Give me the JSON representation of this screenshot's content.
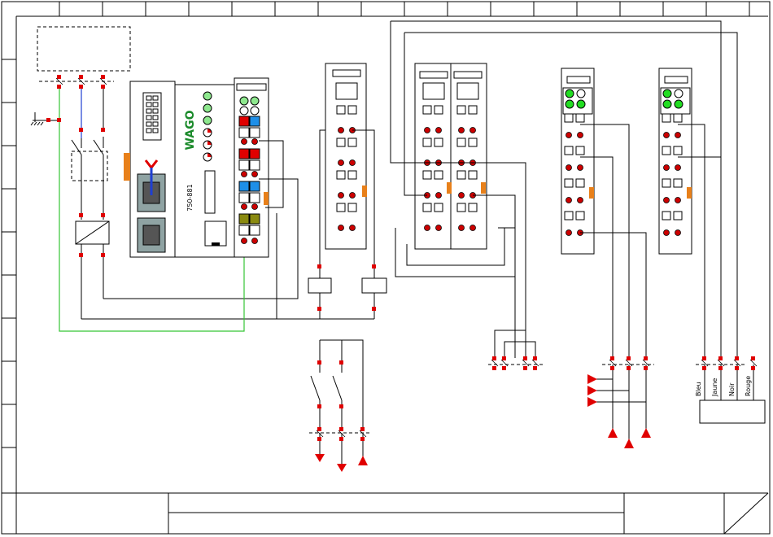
{
  "coupler": {
    "brand": "WAGO",
    "model": "750-881"
  },
  "terminal_labels": [
    "Bleu",
    "Jaune",
    "Noir",
    "Rouge"
  ],
  "colors": {
    "terminal_dot": "#cc0000",
    "wire_blue": "#1f3fd1",
    "wire_green": "#35c535",
    "led_green": "#22dd22",
    "term_red": "#e00000",
    "term_blue": "#1e8fe8",
    "term_olive": "#8a8a10",
    "orange": "#e8801a",
    "wago_green": "#1a8a2a"
  }
}
